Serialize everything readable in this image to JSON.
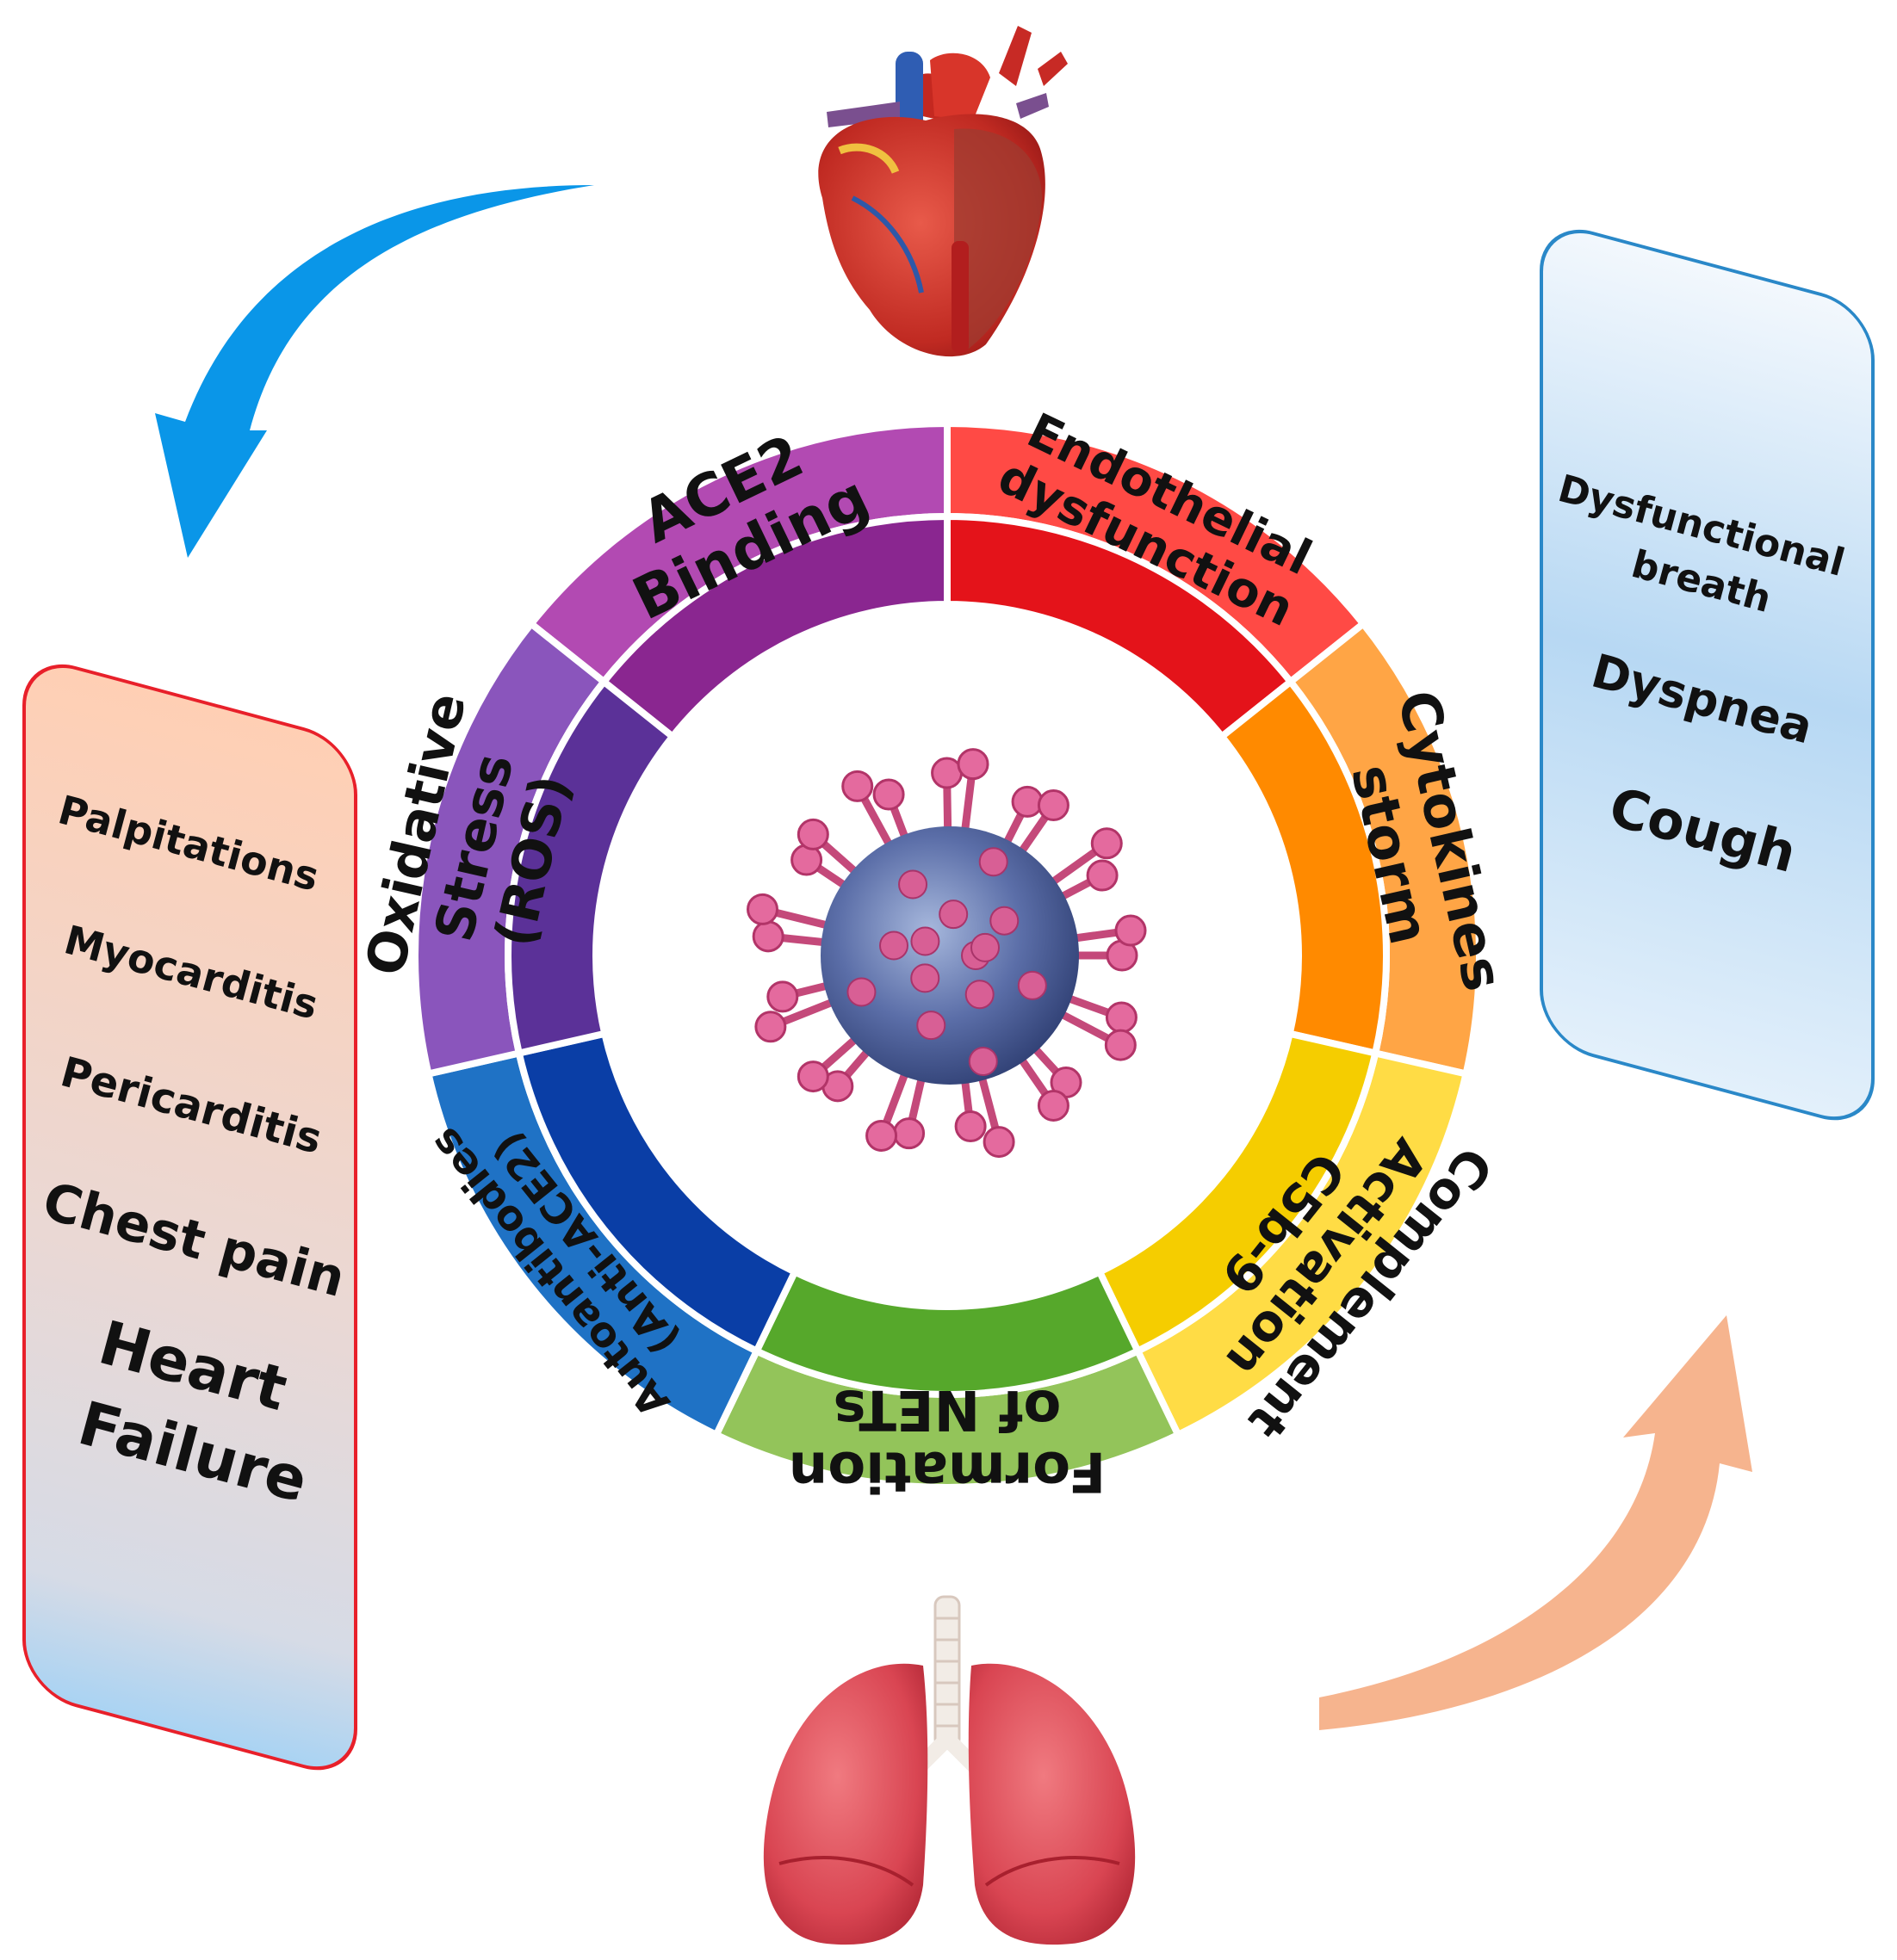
{
  "wheel": {
    "segments": [
      {
        "key": "ace2",
        "lines": [
          "ACE2",
          "Binding"
        ],
        "color": "#b24ab2",
        "inner_color": "#8a2690"
      },
      {
        "key": "endo",
        "lines": [
          "Endothelial",
          "dysfunction"
        ],
        "color": "#ff4a45",
        "inner_color": "#e4131a"
      },
      {
        "key": "cyto",
        "lines": [
          "Cytokines",
          "storm"
        ],
        "color": "#ffa545",
        "inner_color": "#ff8a00"
      },
      {
        "key": "comp",
        "lines": [
          "Complement",
          "Activation",
          "C5b-9"
        ],
        "color": "#ffdc45",
        "inner_color": "#f5cd00"
      },
      {
        "key": "nets",
        "lines": [
          "Formation",
          "of NETs"
        ],
        "color": "#93c45a",
        "inner_color": "#56a82b"
      },
      {
        "key": "auto",
        "lines": [
          "Autoantibodies",
          "(Anti-ACE2)"
        ],
        "color": "#1f72c5",
        "inner_color": "#0a3ea6"
      },
      {
        "key": "ox",
        "lines": [
          "Oxidative",
          "Stress",
          "(ROS)"
        ],
        "color": "#8a55bc",
        "inner_color": "#5b3198"
      }
    ]
  },
  "cardiac_panel": {
    "items": [
      "Palpitations",
      "Myocarditis",
      "Pericarditis",
      "Chest pain",
      "Heart",
      "Failure"
    ]
  },
  "respiratory_panel": {
    "items": [
      "Dysfunctional",
      "breath",
      "Dyspnea",
      "Cough"
    ]
  },
  "colors": {
    "blue_arrow": "#0a96e8",
    "peach_arrow": "#f6b48e",
    "cardiac_border": "#e8202a",
    "respiratory_border": "#2a88c8"
  },
  "icons": [
    "heart-icon",
    "virus-icon",
    "lungs-icon"
  ]
}
